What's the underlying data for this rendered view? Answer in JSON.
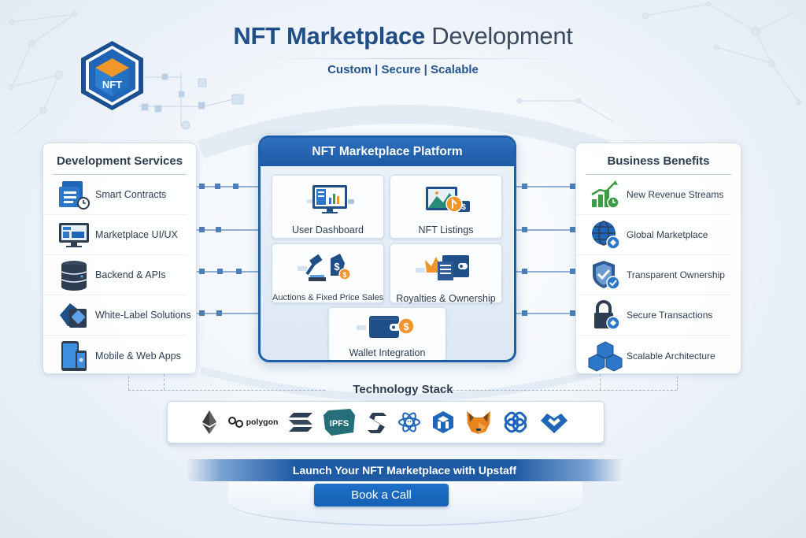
{
  "header": {
    "title_bold": "NFT Marketplace",
    "title_light": "Development",
    "subtitle": "Custom | Secure | Scalable",
    "logo_text": "NFT"
  },
  "left_panel": {
    "title": "Development Services",
    "items": [
      {
        "label": "Smart Contracts",
        "icon": "smart-contract-icon"
      },
      {
        "label": "Marketplace UI/UX",
        "icon": "monitor-icon"
      },
      {
        "label": "Backend & APIs",
        "icon": "database-icon"
      },
      {
        "label": "White-Label Solutions",
        "icon": "white-label-icon"
      },
      {
        "label": "Mobile & Web Apps",
        "icon": "mobile-icon"
      }
    ]
  },
  "platform": {
    "title": "NFT Marketplace Platform",
    "cards": [
      {
        "label": "User Dashboard",
        "icon": "dashboard-icon"
      },
      {
        "label": "NFT Listings",
        "icon": "listings-icon"
      },
      {
        "label": "Auctions & Fixed Price Sales",
        "icon": "auction-icon"
      },
      {
        "label": "Royalties & Ownership",
        "icon": "crown-icon"
      },
      {
        "label": "Wallet Integration",
        "icon": "wallet-icon"
      }
    ]
  },
  "right_panel": {
    "title": "Business Benefits",
    "items": [
      {
        "label": "New Revenue Streams",
        "icon": "growth-chart-icon"
      },
      {
        "label": "Global Marketplace",
        "icon": "globe-icon"
      },
      {
        "label": "Transparent Ownership",
        "icon": "shield-check-icon"
      },
      {
        "label": "Secure Transactions",
        "icon": "lock-icon"
      },
      {
        "label": "Scalable Architecture",
        "icon": "cubes-icon"
      }
    ]
  },
  "tech_stack": {
    "title": "Technology Stack",
    "items": [
      {
        "name": "ethereum",
        "icon": "ethereum-icon"
      },
      {
        "name": "polygon",
        "label": "polygon",
        "icon": "polygon-icon"
      },
      {
        "name": "solana",
        "icon": "solana-icon"
      },
      {
        "name": "ipfs",
        "label": "IPFS",
        "icon": "ipfs-icon"
      },
      {
        "name": "s-logo",
        "icon": "s-logo-icon"
      },
      {
        "name": "react",
        "icon": "react-icon"
      },
      {
        "name": "cube",
        "icon": "cube-logo-icon"
      },
      {
        "name": "metamask",
        "icon": "metamask-icon"
      },
      {
        "name": "knot",
        "icon": "knot-logo-icon"
      },
      {
        "name": "heart",
        "icon": "heart-logo-icon"
      }
    ]
  },
  "cta": {
    "banner": "Launch Your NFT Marketplace with Upstaff",
    "button": "Book a Call"
  },
  "colors": {
    "primary": "#1f5fa8",
    "title": "#1f4f86",
    "accent_orange": "#f0962a",
    "accent_green": "#3f9b48",
    "button": "#1667bd"
  }
}
